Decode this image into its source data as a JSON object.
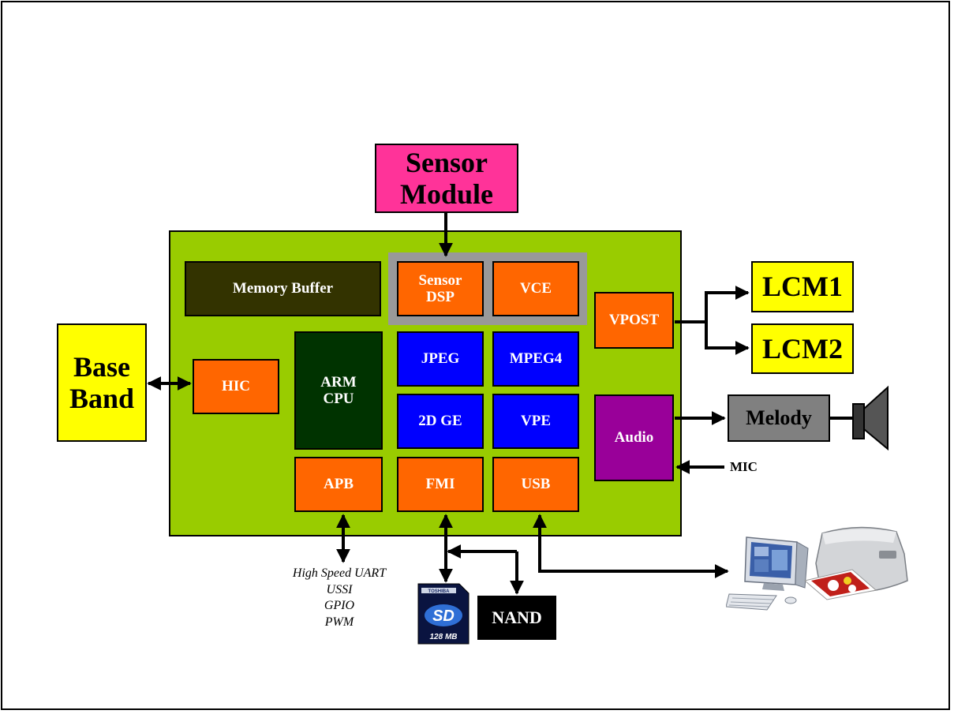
{
  "sensor_module": {
    "line1": "Sensor",
    "line2": "Module"
  },
  "memory_buffer": "Memory Buffer",
  "sensor_dsp": {
    "line1": "Sensor",
    "line2": "DSP"
  },
  "vce": "VCE",
  "vpost": "VPOST",
  "lcm1": "LCM1",
  "lcm2": "LCM2",
  "base_band": {
    "line1": "Base",
    "line2": "Band"
  },
  "hic": "HIC",
  "arm_cpu": {
    "line1": "ARM",
    "line2": "CPU"
  },
  "jpeg": "JPEG",
  "mpeg4": "MPEG4",
  "ge2d": "2D GE",
  "vpe": "VPE",
  "audio": "Audio",
  "melody": "Melody",
  "mic": "MIC",
  "apb": "APB",
  "fmi": "FMI",
  "usb": "USB",
  "nand": "NAND",
  "apb_interfaces": [
    "High Speed UART",
    "USSI",
    "GPIO",
    "PWM"
  ],
  "sd_card": {
    "brand": "TOSHIBA",
    "logo": "SD",
    "capacity": "128 MB"
  },
  "icons": [
    "sd-card-icon",
    "speaker-icon",
    "computer-icon",
    "printer-icon"
  ],
  "colors": {
    "chip": "#99cc00",
    "orange_block": "#ff6600",
    "blue_block": "#0000ff",
    "dark_green": "#003300",
    "memory_buffer": "#333300",
    "audio": "#990099",
    "melody": "#808080",
    "sensor_module": "#ff3399",
    "yellow": "#ffff00"
  }
}
